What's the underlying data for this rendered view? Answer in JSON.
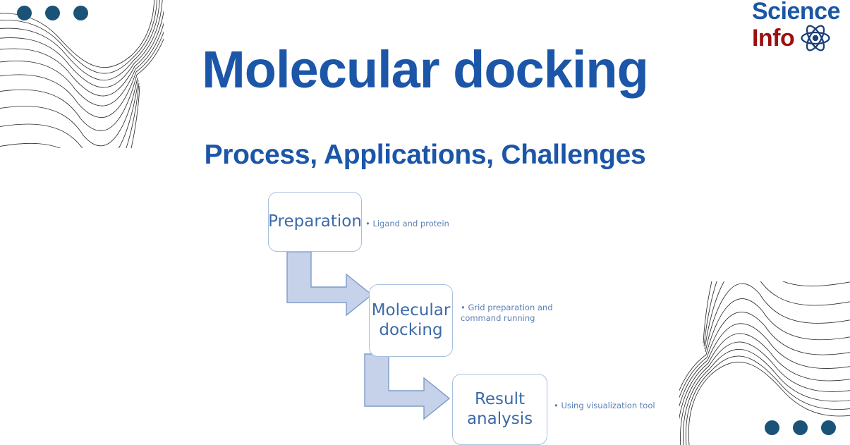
{
  "slide": {
    "title": "Molecular docking",
    "subtitle": "Process, Applications, Challenges",
    "background_color": "#ffffff",
    "heading_color": "#1b56a8"
  },
  "logo": {
    "word1": "Science",
    "word2": "Info",
    "word1_color": "#1a57a5",
    "word2_color": "#9b1010",
    "icon": "atom-icon",
    "icon_color": "#1b3f77"
  },
  "decor": {
    "dot_color": "#1b5378",
    "line_color": "#1a1a1a",
    "top_left_dots": 3,
    "bottom_right_dots": 3
  },
  "flowchart": {
    "node_fill": "#ffffff",
    "node_border": "#a8c0de",
    "node_text_color": "#3d6aa8",
    "arrow_fill": "#c5d2ea",
    "arrow_border": "#7f9bc7",
    "bullet_color": "#5b7fb5",
    "nodes": [
      {
        "id": "preparation",
        "label": "Preparation",
        "bullet": "• Ligand and protein"
      },
      {
        "id": "molecular-docking",
        "label": "Molecular\ndocking",
        "bullet": "• Grid preparation and\n   command running"
      },
      {
        "id": "result-analysis",
        "label": "Result\nanalysis",
        "bullet": "• Using visualization tool"
      }
    ],
    "arrows": [
      {
        "id": "arrow-prep-to-dock",
        "from": "preparation",
        "to": "molecular-docking",
        "shape": "bent-arrow-down-right"
      },
      {
        "id": "arrow-dock-to-result",
        "from": "molecular-docking",
        "to": "result-analysis",
        "shape": "bent-arrow-down-right"
      }
    ]
  }
}
